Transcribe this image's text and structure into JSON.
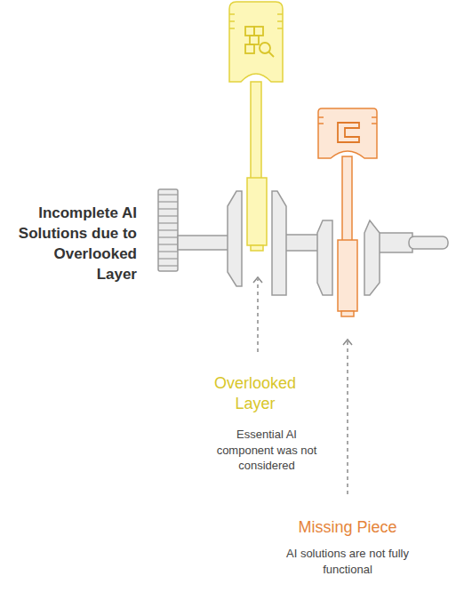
{
  "diagram": {
    "title": "Incomplete AI Solutions due to Overlooked Layer",
    "labels": [
      "Overlooked Layer",
      "Essential AI component was not considered",
      "Missing Piece",
      "AI solutions are not fully functional"
    ]
  }
}
